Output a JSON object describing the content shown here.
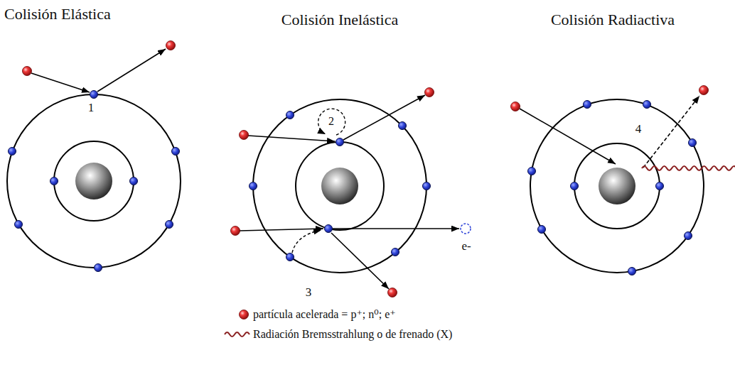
{
  "diagram": {
    "labels": [
      "Colisión Elástica",
      "Colisión Inelástica",
      "Colisión Radiactiva",
      "1",
      "2",
      "e-",
      "3",
      "4"
    ],
    "legend": [
      {
        "text": "partícula acelerada = p⁺; n⁰; e⁺"
      },
      {
        "text": "Radiación Bremsstrahlung o de frenado (X)"
      }
    ]
  }
}
